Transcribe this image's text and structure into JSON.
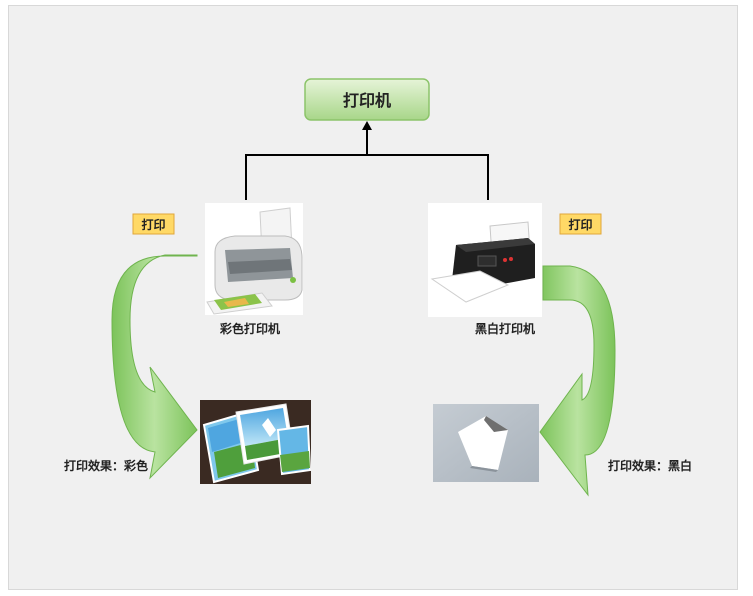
{
  "root": {
    "label": "打印机"
  },
  "left": {
    "device_label": "彩色打印机",
    "action_tag": "打印",
    "result_label": "打印效果：彩色"
  },
  "right": {
    "device_label": "黑白打印机",
    "action_tag": "打印",
    "result_label": "打印效果：黑白"
  },
  "colors": {
    "root_fill_top": "#e4f3d4",
    "root_fill_bottom": "#a9d88a",
    "root_border": "#8cc46a",
    "arrow_green": "#8fcd6b",
    "tag_fill": "#ffd966",
    "tag_border": "#e0a63a",
    "connector": "#000000"
  },
  "icons": {
    "color_printer": "color-printer-icon",
    "bw_printer": "bw-printer-icon",
    "color_photos": "color-photos-image",
    "white_paper": "white-paper-image"
  }
}
